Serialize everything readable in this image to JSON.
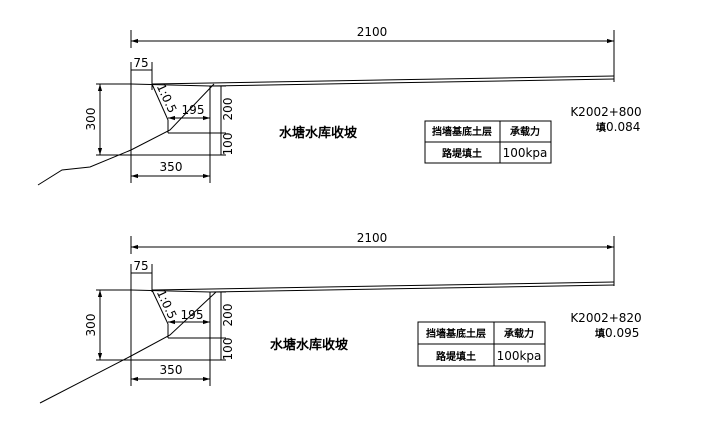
{
  "sections": [
    {
      "dims": {
        "top": "2100",
        "left_top": "75",
        "height": "300",
        "slope": "1:0.5",
        "inner": "195",
        "right_upper": "200",
        "right_lower": "100",
        "bottom": "350"
      },
      "label": "水塘水库收坡",
      "table": {
        "h1": "挡墙基底土层",
        "h2": "承载力",
        "c1": "路堤填土",
        "c2": "100kpa"
      },
      "station": "K2002+800",
      "fill_prefix": "填",
      "fill": "0.084"
    },
    {
      "dims": {
        "top": "2100",
        "left_top": "75",
        "height": "300",
        "slope": "1:0.5",
        "inner": "195",
        "right_upper": "200",
        "right_lower": "100",
        "bottom": "350"
      },
      "label": "水塘水库收坡",
      "table": {
        "h1": "挡墙基底土层",
        "h2": "承载力",
        "c1": "路堤填土",
        "c2": "100kpa"
      },
      "station": "K2002+820",
      "fill_prefix": "填",
      "fill": "0.095"
    }
  ]
}
